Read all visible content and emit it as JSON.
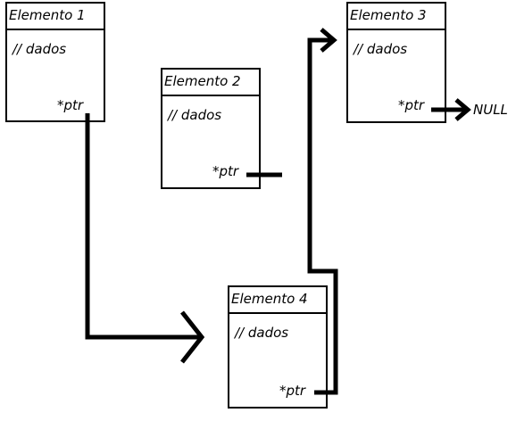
{
  "nodes": [
    {
      "id": "e1",
      "title": "Elemento 1",
      "data": "// dados",
      "ptr": "*ptr"
    },
    {
      "id": "e2",
      "title": "Elemento 2",
      "data": "// dados",
      "ptr": "*ptr"
    },
    {
      "id": "e3",
      "title": "Elemento 3",
      "data": "// dados",
      "ptr": "*ptr"
    },
    {
      "id": "e4",
      "title": "Elemento 4",
      "data": "// dados",
      "ptr": "*ptr"
    }
  ],
  "edges": [
    {
      "from": "Elemento 1",
      "to": "Elemento 4"
    },
    {
      "from": "Elemento 4",
      "to": "Elemento 3"
    },
    {
      "from": "Elemento 3",
      "to": "NULL"
    }
  ],
  "null_label": "NULL"
}
